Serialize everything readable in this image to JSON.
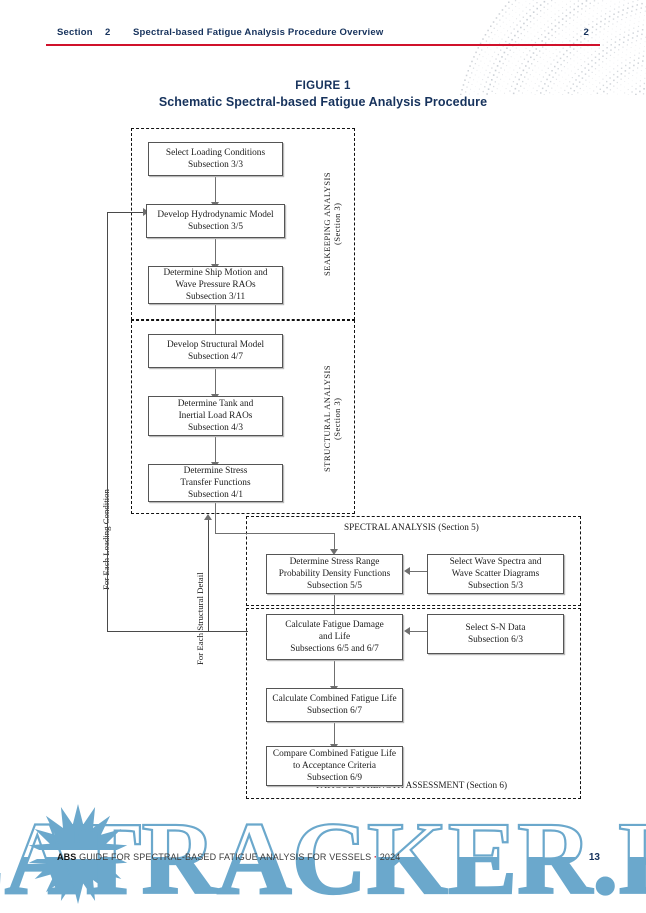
{
  "header": {
    "section_label": "Section",
    "section_number": "2",
    "title": "Spectral-based Fatigue Analysis Procedure Overview",
    "page_marker": "2",
    "rule_color": "#d0112b",
    "text_color": "#16325c"
  },
  "figure": {
    "caption_line1": "FIGURE 1",
    "caption_line2": "Schematic Spectral-based Fatigue Analysis Procedure"
  },
  "flowchart": {
    "groups": [
      {
        "id": "seakeeping",
        "label_line1": "SEAKEEPING ANALYSIS",
        "label_line2": "(Section 3)",
        "orientation": "vertical"
      },
      {
        "id": "structural",
        "label_line1": "STRUCTURAL ANALYSIS",
        "label_line2": "(Section 3)",
        "orientation": "vertical"
      },
      {
        "id": "spectral",
        "label": "SPECTRAL ANALYSIS (Section 5)",
        "orientation": "horizontal"
      },
      {
        "id": "fatigue",
        "label": "FATIGUE STRENGTH ASSESSMENT (Section 6)",
        "orientation": "horizontal"
      }
    ],
    "loop_labels": [
      {
        "id": "loading",
        "text": "For Each Loading Condition"
      },
      {
        "id": "detail",
        "text": "For Each Structural Detail"
      }
    ],
    "nodes": [
      {
        "id": "select-loading-conditions",
        "lines": [
          "Select Loading Conditions",
          "Subsection 3/3"
        ]
      },
      {
        "id": "develop-hydrodynamic-model",
        "lines": [
          "Develop Hydrodynamic Model",
          "Subsection 3/5"
        ]
      },
      {
        "id": "determine-ship-motion-rao",
        "lines": [
          "Determine Ship Motion and",
          "Wave Pressure RAOs",
          "Subsection 3/11"
        ]
      },
      {
        "id": "develop-structural-model",
        "lines": [
          "Develop Structural Model",
          "Subsection 4/7"
        ]
      },
      {
        "id": "determine-tank-inertial-rao",
        "lines": [
          "Determine Tank and",
          "Inertial Load RAOs",
          "Subsection 4/3"
        ]
      },
      {
        "id": "determine-stress-transfer",
        "lines": [
          "Determine Stress",
          "Transfer Functions",
          "Subsection 4/1"
        ]
      },
      {
        "id": "determine-stress-range-pdf",
        "lines": [
          "Determine Stress Range",
          "Probability Density Functions",
          "Subsection 5/5"
        ]
      },
      {
        "id": "select-wave-spectra",
        "lines": [
          "Select Wave Spectra and",
          "Wave Scatter Diagrams",
          "Subsection 5/3"
        ]
      },
      {
        "id": "calculate-fatigue-damage",
        "lines": [
          "Calculate Fatigue Damage",
          "and Life",
          "Subsections 6/5 and 6/7"
        ]
      },
      {
        "id": "select-sn-data",
        "lines": [
          "Select S-N Data",
          "Subsection 6/3"
        ]
      },
      {
        "id": "calculate-combined-life",
        "lines": [
          "Calculate Combined Fatigue Life",
          "Subsection 6/7"
        ]
      },
      {
        "id": "compare-combined-life",
        "lines": [
          "Compare Combined Fatigue Life",
          "to Acceptance Criteria",
          "Subsection 6/9"
        ]
      }
    ]
  },
  "footer": {
    "brand": "ABS",
    "text": " GUIDE FOR SPECTRAL-BASED FATIGUE ANALYSIS FOR VESSELS ",
    "separator": "·",
    "year": " 2024",
    "page_number": "13"
  },
  "watermark": {
    "text": "SEATRACKER.RU",
    "color": "#6ba8cc"
  }
}
